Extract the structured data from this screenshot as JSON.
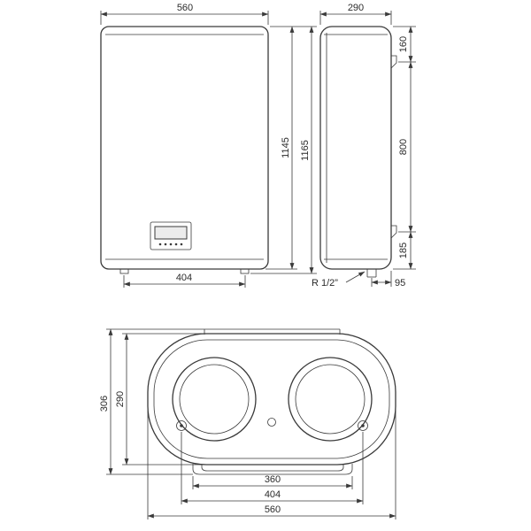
{
  "drawing": {
    "line_color": "#3a3a3a",
    "background": "#ffffff"
  },
  "dims": {
    "front_width": "560",
    "front_height_body": "1145",
    "front_height_total": "1165",
    "front_foot_span": "404",
    "side_depth": "290",
    "side_top_to_bracket": "160",
    "side_bracket_span": "800",
    "side_bracket_to_bottom": "185",
    "pipe_thread": "R 1/2”",
    "pipe_offset": "95",
    "bottom_body_depth": "290",
    "bottom_total_depth": "306",
    "bottom_plate_width": "360",
    "bottom_bolt_span": "404",
    "bottom_width": "560"
  }
}
